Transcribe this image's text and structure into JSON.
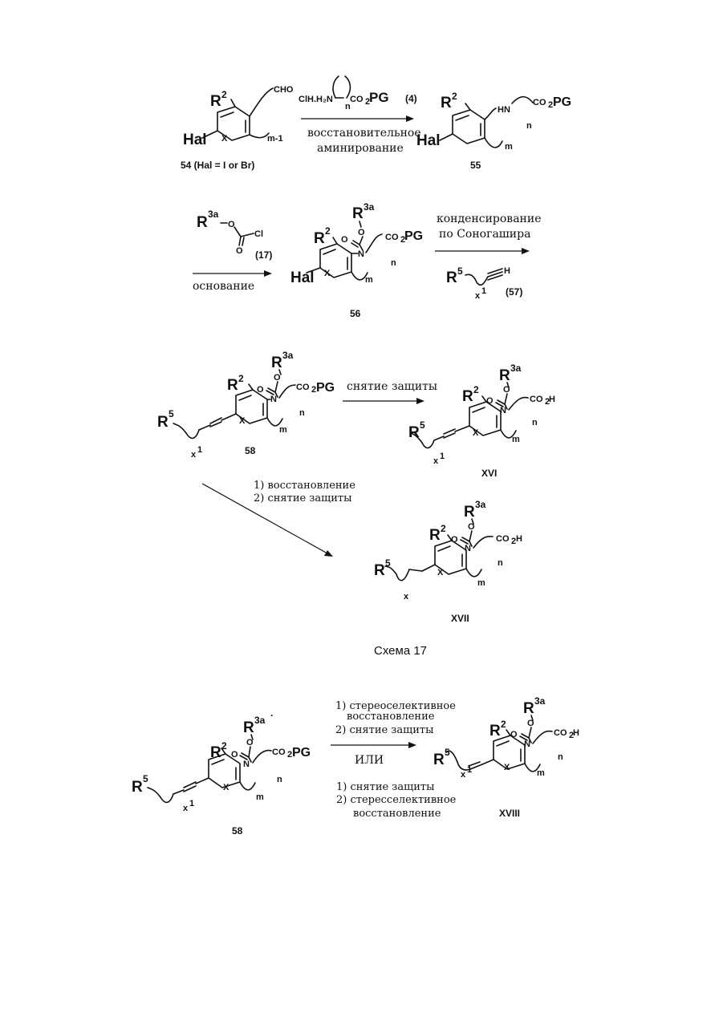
{
  "compounds": {
    "c54": {
      "label": "54 (Hal = I or Br)"
    },
    "c55": {
      "label": "55"
    },
    "c56": {
      "label": "56"
    },
    "c58": {
      "label": "58"
    },
    "cXVI": {
      "label": "XVI"
    },
    "cXVII": {
      "label": "XVII"
    },
    "c58b": {
      "label": "58"
    },
    "cXVIII": {
      "label": "XVIII"
    }
  },
  "reagents": {
    "r4_formula": "ClH.H₂N",
    "r4_tag": "(4)",
    "r17_tag": "(17)",
    "r57_tag": "(57)"
  },
  "conditions": {
    "reductive_amination_1": "восстановительное",
    "reductive_amination_2": "аминирование",
    "base": "основание",
    "sonogashira_1": "конденсирование",
    "sonogashira_2": "по Соногашира",
    "deprotection": "снятие защиты",
    "route_17_1": "1) восстановление",
    "route_17_2": "2) снятие защиты",
    "route_18_a1": "1) стереоселективное",
    "route_18_a1b": "восстановление",
    "route_18_a2": "2) снятие защиты",
    "route_18_or": "ИЛИ",
    "route_18_b1": "1) снятие защиты",
    "route_18_b2": "2) стересселективное",
    "route_18_b2b": "восстановление"
  },
  "captions": {
    "scheme17": "Схема 17"
  }
}
